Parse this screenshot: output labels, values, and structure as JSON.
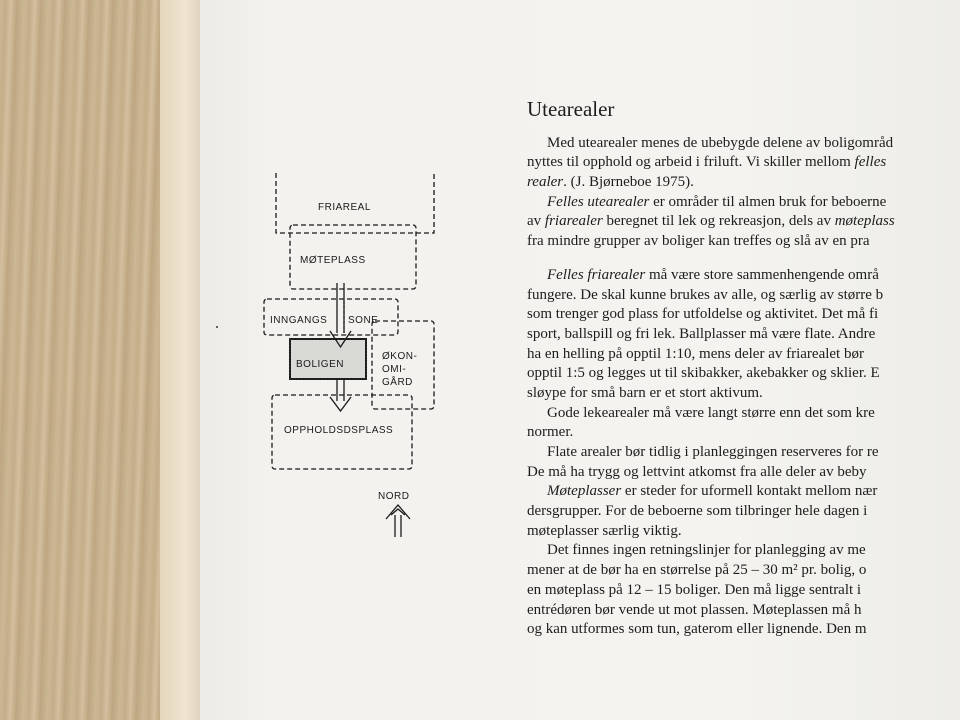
{
  "diagram": {
    "friareal": "FRIAREAL",
    "moteplass": "MØTEPLASS",
    "inngangs": "INNGANGS",
    "sone": "SONE",
    "boligen": "BOLIGEN",
    "okon_1": "ØKON-",
    "okon_2": "OMI-",
    "okon_3": "GÅRD",
    "oppholdsplass": "OPPHOLDSDSPLASS",
    "nord": "NORD"
  },
  "article": {
    "heading": "Utearealer",
    "p1": [
      "Med utearealer menes de ubebygde delene av boligområd",
      "nyttes til opphold og arbeid i friluft. Vi skiller mellom",
      "realer. (J. Bjørneboe 1975)."
    ],
    "p1_italic_a": "felles",
    "p1_italic_b": "realer",
    "p2": {
      "l1_italic": "Felles utearealer",
      "l1_rest": " er områder til almen bruk for beboerne",
      "l2_a": "av ",
      "l2_italic": "friarealer",
      "l2_b": " beregnet til lek og rekreasjon, dels av ",
      "l2_italic2": "møteplass",
      "l3": "fra mindre grupper av boliger kan treffes og slå av en pra"
    },
    "p3": {
      "l1_italic": "Felles friarealer",
      "l1_rest": " må være store sammenhengende områ",
      "l2": "fungere. De skal kunne brukes av alle, og særlig av større b",
      "l3": "som trenger god plass for utfoldelse og aktivitet. Det må fi",
      "l4": "sport, ballspill og fri lek. Ballplasser må være flate. Andre",
      "l5": "ha en helling på opptil 1:10, mens deler av friarealet bør",
      "l6": "opptil 1:5 og legges ut til skibakker, akebakker og sklier. E",
      "l7": "sløype for små barn er et stort aktivum."
    },
    "p4": {
      "l1": "Gode lekearealer må være langt større enn det som kre",
      "l2": "normer."
    },
    "p5": {
      "l1": "Flate arealer bør tidlig i planleggingen reserveres for re",
      "l2": "De må ha trygg og lettvint atkomst fra alle deler av beby"
    },
    "p6": {
      "l1_italic": "Møteplasser",
      "l1_rest": " er steder for uformell kontakt mellom nær",
      "l2": "dersgrupper. For de beboerne som tilbringer hele dagen i",
      "l3": "møteplasser særlig viktig."
    },
    "p7": {
      "l1": "Det finnes ingen retningslinjer for planlegging av me",
      "l2": "mener at de bør ha en størrelse på 25 – 30 m² pr. bolig, o",
      "l3": "en møteplass på 12 – 15 boliger. Den må ligge sentralt i",
      "l4": "entrédøren bør vende ut mot plassen. Møteplassen må h",
      "l5": "og kan utformes som tun, gaterom eller lignende. Den m"
    }
  }
}
